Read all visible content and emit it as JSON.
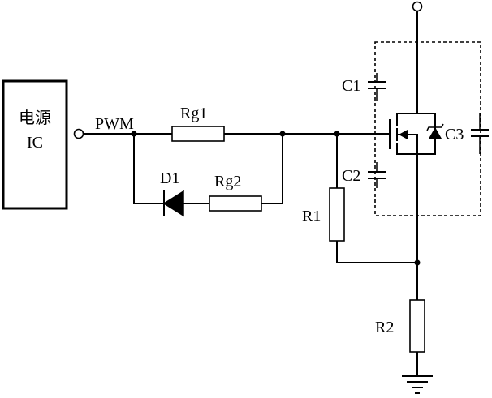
{
  "ic": {
    "line1": "电源",
    "line2": "IC"
  },
  "labels": {
    "pwm": "PWM",
    "rg1": "Rg1",
    "rg2": "Rg2",
    "d1": "D1",
    "r1": "R1",
    "r2": "R2",
    "c1": "C1",
    "c2": "C2",
    "c3": "C3"
  }
}
